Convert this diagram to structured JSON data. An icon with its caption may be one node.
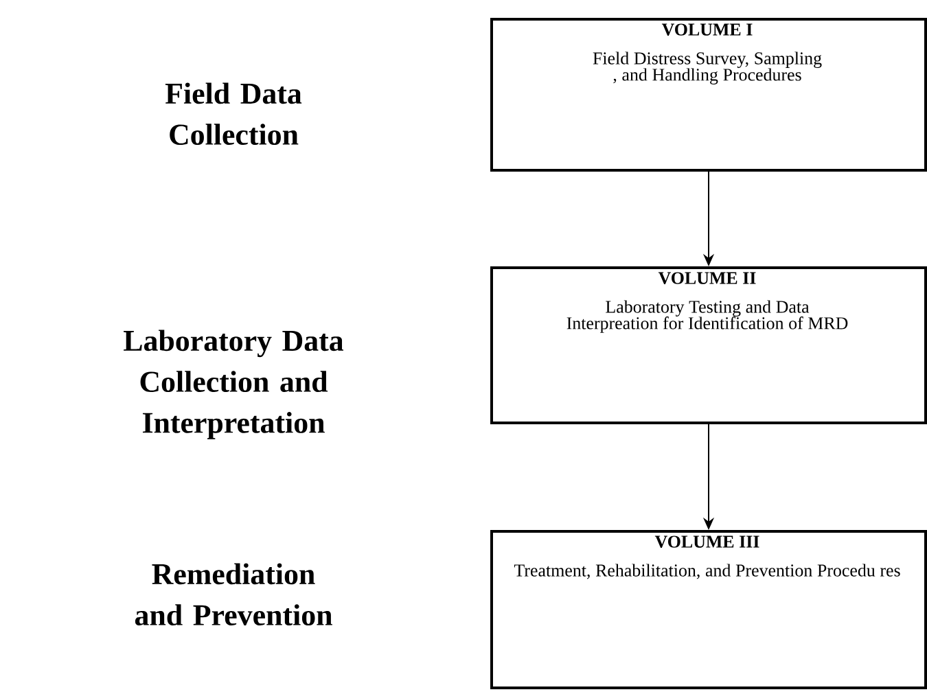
{
  "diagram": {
    "nodes": [
      {
        "text": [
          "VOLUME I",
          "Field Distress Survey, Sampling , and Handling Procedures"
        ]
      },
      {
        "text": [
          "VOLUME II",
          "Laboratory Testing and Data Interpreation for Identification of MRD"
        ]
      },
      {
        "text": [
          "VOLUME III",
          "Treatment, Rehabilitation, and Prevention Procedu res"
        ]
      }
    ],
    "edges": [
      {
        "from": 0,
        "to": 1,
        "arrow": "to"
      },
      {
        "from": 1,
        "to": 2,
        "arrow": "to"
      }
    ],
    "labels": [
      "Field Data Collection",
      "Laboratory Data Collection and Interpretation",
      "Remediation and Prevention"
    ]
  }
}
